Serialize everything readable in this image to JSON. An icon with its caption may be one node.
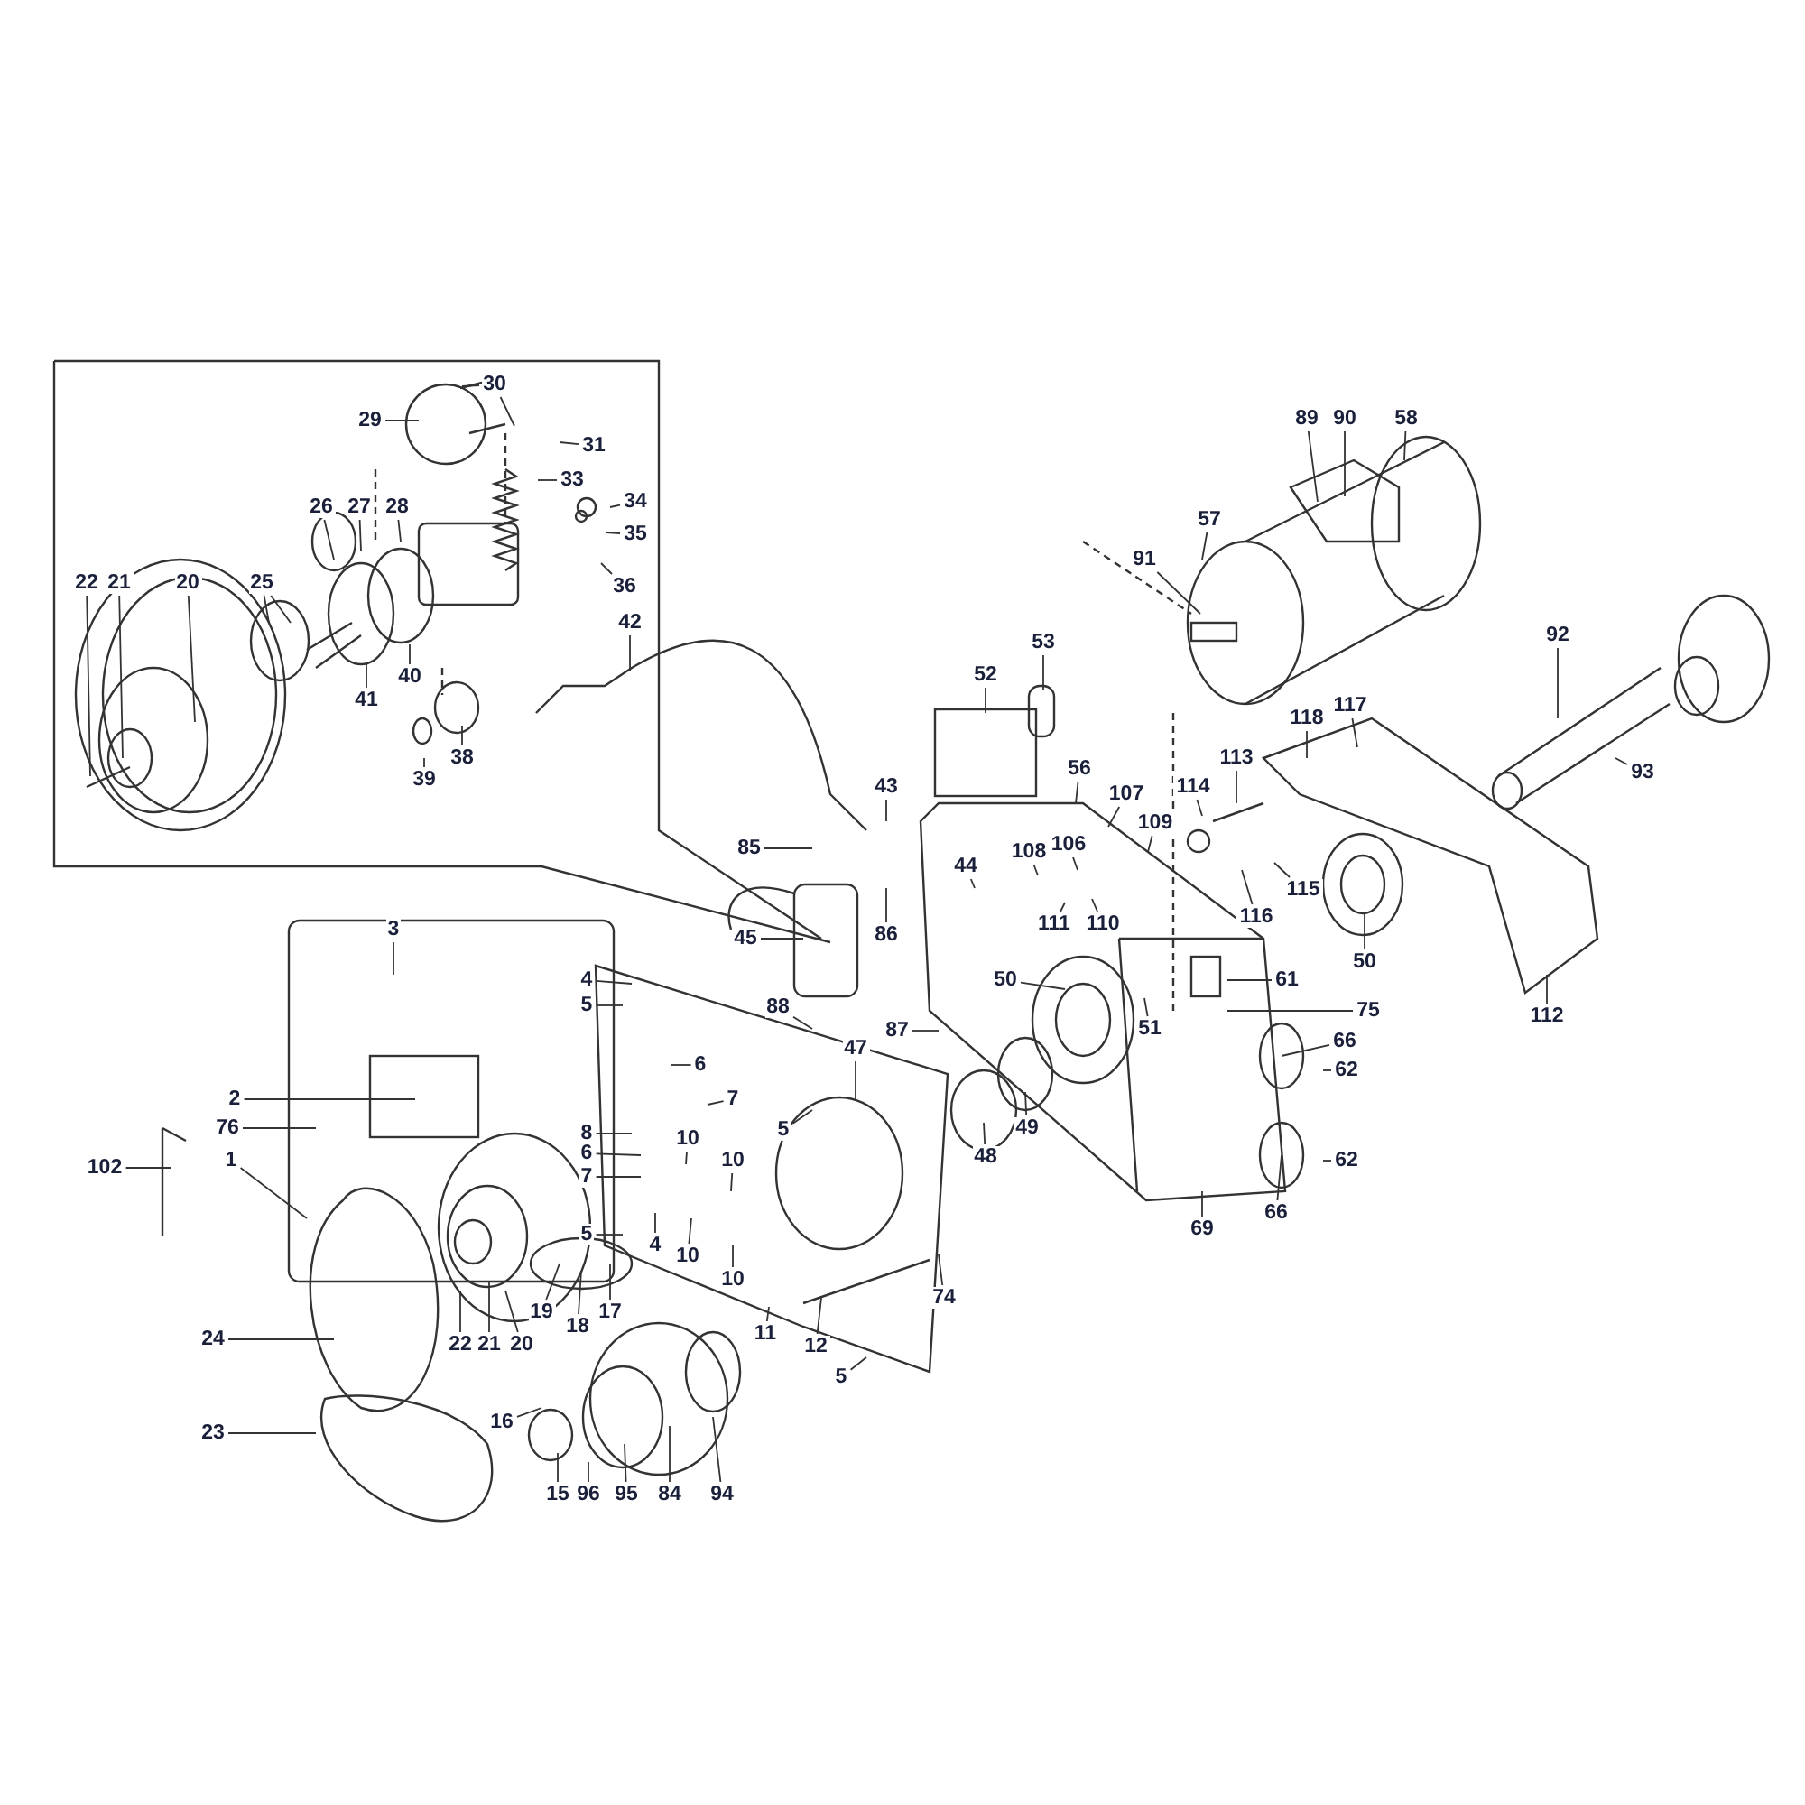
{
  "diagram": {
    "nodes": [
      {
        "text": [
          "30"
        ]
      },
      {
        "text": [
          "29"
        ]
      },
      {
        "text": [
          "31"
        ]
      },
      {
        "text": [
          "33"
        ]
      },
      {
        "text": [
          "34"
        ]
      },
      {
        "text": [
          "35"
        ]
      },
      {
        "text": [
          "26"
        ]
      },
      {
        "text": [
          "27"
        ]
      },
      {
        "text": [
          "28"
        ]
      },
      {
        "text": [
          "36"
        ]
      },
      {
        "text": [
          "22"
        ]
      },
      {
        "text": [
          "21"
        ]
      },
      {
        "text": [
          "20"
        ]
      },
      {
        "text": [
          "25"
        ]
      },
      {
        "text": [
          "41"
        ]
      },
      {
        "text": [
          "40"
        ]
      },
      {
        "text": [
          "42"
        ]
      },
      {
        "text": [
          "39"
        ]
      },
      {
        "text": [
          "38"
        ]
      },
      {
        "text": [
          "3"
        ]
      },
      {
        "text": [
          "4"
        ]
      },
      {
        "text": [
          "5"
        ]
      },
      {
        "text": [
          "6"
        ]
      },
      {
        "text": [
          "7"
        ]
      },
      {
        "text": [
          "2"
        ]
      },
      {
        "text": [
          "76"
        ]
      },
      {
        "text": [
          "8"
        ]
      },
      {
        "text": [
          "10"
        ]
      },
      {
        "text": [
          "6"
        ]
      },
      {
        "text": [
          "10"
        ]
      },
      {
        "text": [
          "102"
        ]
      },
      {
        "text": [
          "1"
        ]
      },
      {
        "text": [
          "7"
        ]
      },
      {
        "text": [
          "5"
        ]
      },
      {
        "text": [
          "4"
        ]
      },
      {
        "text": [
          "10"
        ]
      },
      {
        "text": [
          "10"
        ]
      },
      {
        "text": [
          "19"
        ]
      },
      {
        "text": [
          "18"
        ]
      },
      {
        "text": [
          "17"
        ]
      },
      {
        "text": [
          "22"
        ]
      },
      {
        "text": [
          "21"
        ]
      },
      {
        "text": [
          "20"
        ]
      },
      {
        "text": [
          "24"
        ]
      },
      {
        "text": [
          "11"
        ]
      },
      {
        "text": [
          "12"
        ]
      },
      {
        "text": [
          "74"
        ]
      },
      {
        "text": [
          "5"
        ]
      },
      {
        "text": [
          "16"
        ]
      },
      {
        "text": [
          "23"
        ]
      },
      {
        "text": [
          "15"
        ]
      },
      {
        "text": [
          "96"
        ]
      },
      {
        "text": [
          "95"
        ]
      },
      {
        "text": [
          "84"
        ]
      },
      {
        "text": [
          "94"
        ]
      },
      {
        "text": [
          "45"
        ]
      },
      {
        "text": [
          "88"
        ]
      },
      {
        "text": [
          "87"
        ]
      },
      {
        "text": [
          "47"
        ]
      },
      {
        "text": [
          "5"
        ]
      },
      {
        "text": [
          "48"
        ]
      },
      {
        "text": [
          "49"
        ]
      },
      {
        "text": [
          "53"
        ]
      },
      {
        "text": [
          "52"
        ]
      },
      {
        "text": [
          "43"
        ]
      },
      {
        "text": [
          "85"
        ]
      },
      {
        "text": [
          "86"
        ]
      },
      {
        "text": [
          "44"
        ]
      },
      {
        "text": [
          "56"
        ]
      },
      {
        "text": [
          "107"
        ]
      },
      {
        "text": [
          "106"
        ]
      },
      {
        "text": [
          "109"
        ]
      },
      {
        "text": [
          "108"
        ]
      },
      {
        "text": [
          "111"
        ]
      },
      {
        "text": [
          "110"
        ]
      },
      {
        "text": [
          "50"
        ]
      },
      {
        "text": [
          "51"
        ]
      },
      {
        "text": [
          "61"
        ]
      },
      {
        "text": [
          "75"
        ]
      },
      {
        "text": [
          "66"
        ]
      },
      {
        "text": [
          "62"
        ]
      },
      {
        "text": [
          "62"
        ]
      },
      {
        "text": [
          "66"
        ]
      },
      {
        "text": [
          "69"
        ]
      },
      {
        "text": [
          "50"
        ]
      },
      {
        "text": [
          "114"
        ]
      },
      {
        "text": [
          "113"
        ]
      },
      {
        "text": [
          "118"
        ]
      },
      {
        "text": [
          "117"
        ]
      },
      {
        "text": [
          "115"
        ]
      },
      {
        "text": [
          "116"
        ]
      },
      {
        "text": [
          "112"
        ]
      },
      {
        "text": [
          "89"
        ]
      },
      {
        "text": [
          "90"
        ]
      },
      {
        "text": [
          "58"
        ]
      },
      {
        "text": [
          "57"
        ]
      },
      {
        "text": [
          "91"
        ]
      },
      {
        "text": [
          "92"
        ]
      },
      {
        "text": [
          "93"
        ]
      }
    ],
    "edges": [
      {
        "from": 0,
        "to": null,
        "arrow": "none"
      },
      {
        "from": 0,
        "to": null,
        "arrow": "none"
      },
      {
        "from": 1,
        "to": null,
        "arrow": "none"
      },
      {
        "from": 2,
        "to": null,
        "arrow": "none"
      },
      {
        "from": 3,
        "to": null,
        "arrow": "none"
      },
      {
        "from": 4,
        "to": null,
        "arrow": "none"
      },
      {
        "from": 5,
        "to": null,
        "arrow": "none"
      },
      {
        "from": 6,
        "to": null,
        "arrow": "none"
      },
      {
        "from": 7,
        "to": null,
        "arrow": "none"
      },
      {
        "from": 8,
        "to": null,
        "arrow": "none"
      },
      {
        "from": 9,
        "to": null,
        "arrow": "none"
      },
      {
        "from": 10,
        "to": null,
        "arrow": "none"
      },
      {
        "from": 11,
        "to": null,
        "arrow": "none"
      },
      {
        "from": 12,
        "to": null,
        "arrow": "none"
      },
      {
        "from": 13,
        "to": null,
        "arrow": "none"
      },
      {
        "from": 13,
        "to": null,
        "arrow": "none"
      },
      {
        "from": 14,
        "to": null,
        "arrow": "none"
      },
      {
        "from": 15,
        "to": null,
        "arrow": "none"
      },
      {
        "from": 16,
        "to": null,
        "arrow": "none"
      },
      {
        "from": 17,
        "to": null,
        "arrow": "none"
      },
      {
        "from": 18,
        "to": null,
        "arrow": "none"
      },
      {
        "from": 19,
        "to": null,
        "arrow": "none"
      },
      {
        "from": 20,
        "to": null,
        "arrow": "none"
      },
      {
        "from": 21,
        "to": null,
        "arrow": "none"
      },
      {
        "from": 22,
        "to": null,
        "arrow": "none"
      },
      {
        "from": 23,
        "to": null,
        "arrow": "none"
      },
      {
        "from": 24,
        "to": null,
        "arrow": "none"
      },
      {
        "from": 25,
        "to": null,
        "arrow": "none"
      },
      {
        "from": 26,
        "to": null,
        "arrow": "none"
      },
      {
        "from": 27,
        "to": null,
        "arrow": "none"
      },
      {
        "from": 28,
        "to": null,
        "arrow": "none"
      },
      {
        "from": 29,
        "to": null,
        "arrow": "none"
      },
      {
        "from": 30,
        "to": null,
        "arrow": "none"
      },
      {
        "from": 31,
        "to": null,
        "arrow": "none"
      },
      {
        "from": 32,
        "to": null,
        "arrow": "none"
      },
      {
        "from": 33,
        "to": null,
        "arrow": "none"
      },
      {
        "from": 34,
        "to": null,
        "arrow": "none"
      },
      {
        "from": 35,
        "to": null,
        "arrow": "none"
      },
      {
        "from": 36,
        "to": null,
        "arrow": "none"
      },
      {
        "from": 37,
        "to": null,
        "arrow": "none"
      },
      {
        "from": 38,
        "to": null,
        "arrow": "none"
      },
      {
        "from": 39,
        "to": null,
        "arrow": "none"
      },
      {
        "from": 40,
        "to": null,
        "arrow": "none"
      },
      {
        "from": 41,
        "to": null,
        "arrow": "none"
      },
      {
        "from": 42,
        "to": null,
        "arrow": "none"
      },
      {
        "from": 43,
        "to": null,
        "arrow": "none"
      },
      {
        "from": 44,
        "to": null,
        "arrow": "none"
      },
      {
        "from": 45,
        "to": null,
        "arrow": "none"
      },
      {
        "from": 46,
        "to": null,
        "arrow": "none"
      },
      {
        "from": 47,
        "to": null,
        "arrow": "none"
      },
      {
        "from": 48,
        "to": null,
        "arrow": "none"
      },
      {
        "from": 49,
        "to": null,
        "arrow": "none"
      },
      {
        "from": 50,
        "to": null,
        "arrow": "none"
      },
      {
        "from": 51,
        "to": null,
        "arrow": "none"
      },
      {
        "from": 52,
        "to": null,
        "arrow": "none"
      },
      {
        "from": 53,
        "to": null,
        "arrow": "none"
      },
      {
        "from": 54,
        "to": null,
        "arrow": "none"
      },
      {
        "from": 55,
        "to": null,
        "arrow": "none"
      },
      {
        "from": 56,
        "to": null,
        "arrow": "none"
      },
      {
        "from": 57,
        "to": null,
        "arrow": "none"
      },
      {
        "from": 58,
        "to": null,
        "arrow": "none"
      },
      {
        "from": 59,
        "to": null,
        "arrow": "none"
      },
      {
        "from": 60,
        "to": null,
        "arrow": "none"
      },
      {
        "from": 61,
        "to": null,
        "arrow": "none"
      },
      {
        "from": 62,
        "to": null,
        "arrow": "none"
      },
      {
        "from": 63,
        "to": null,
        "arrow": "none"
      },
      {
        "from": 64,
        "to": null,
        "arrow": "none"
      },
      {
        "from": 65,
        "to": null,
        "arrow": "none"
      },
      {
        "from": 66,
        "to": null,
        "arrow": "none"
      },
      {
        "from": 67,
        "to": null,
        "arrow": "none"
      },
      {
        "from": 68,
        "to": null,
        "arrow": "none"
      },
      {
        "from": 69,
        "to": null,
        "arrow": "none"
      },
      {
        "from": 70,
        "to": null,
        "arrow": "none"
      },
      {
        "from": 71,
        "to": null,
        "arrow": "none"
      },
      {
        "from": 72,
        "to": null,
        "arrow": "none"
      },
      {
        "from": 73,
        "to": null,
        "arrow": "none"
      },
      {
        "from": 74,
        "to": null,
        "arrow": "none"
      },
      {
        "from": 75,
        "to": null,
        "arrow": "none"
      },
      {
        "from": 76,
        "to": null,
        "arrow": "none"
      },
      {
        "from": 77,
        "to": null,
        "arrow": "none"
      },
      {
        "from": 78,
        "to": null,
        "arrow": "none"
      },
      {
        "from": 79,
        "to": null,
        "arrow": "none"
      },
      {
        "from": 80,
        "to": null,
        "arrow": "none"
      },
      {
        "from": 81,
        "to": null,
        "arrow": "none"
      },
      {
        "from": 82,
        "to": null,
        "arrow": "none"
      },
      {
        "from": 83,
        "to": null,
        "arrow": "none"
      },
      {
        "from": 84,
        "to": null,
        "arrow": "none"
      },
      {
        "from": 85,
        "to": null,
        "arrow": "none"
      },
      {
        "from": 86,
        "to": null,
        "arrow": "none"
      },
      {
        "from": 87,
        "to": null,
        "arrow": "none"
      },
      {
        "from": 88,
        "to": null,
        "arrow": "none"
      },
      {
        "from": 89,
        "to": null,
        "arrow": "none"
      },
      {
        "from": 90,
        "to": null,
        "arrow": "none"
      },
      {
        "from": 91,
        "to": null,
        "arrow": "none"
      },
      {
        "from": 92,
        "to": null,
        "arrow": "none"
      },
      {
        "from": 93,
        "to": null,
        "arrow": "none"
      },
      {
        "from": 94,
        "to": null,
        "arrow": "none"
      },
      {
        "from": 95,
        "to": null,
        "arrow": "none"
      },
      {
        "from": 96,
        "to": null,
        "arrow": "none"
      },
      {
        "from": 97,
        "to": null,
        "arrow": "none"
      },
      {
        "from": 98,
        "to": null,
        "arrow": "none"
      }
    ]
  }
}
